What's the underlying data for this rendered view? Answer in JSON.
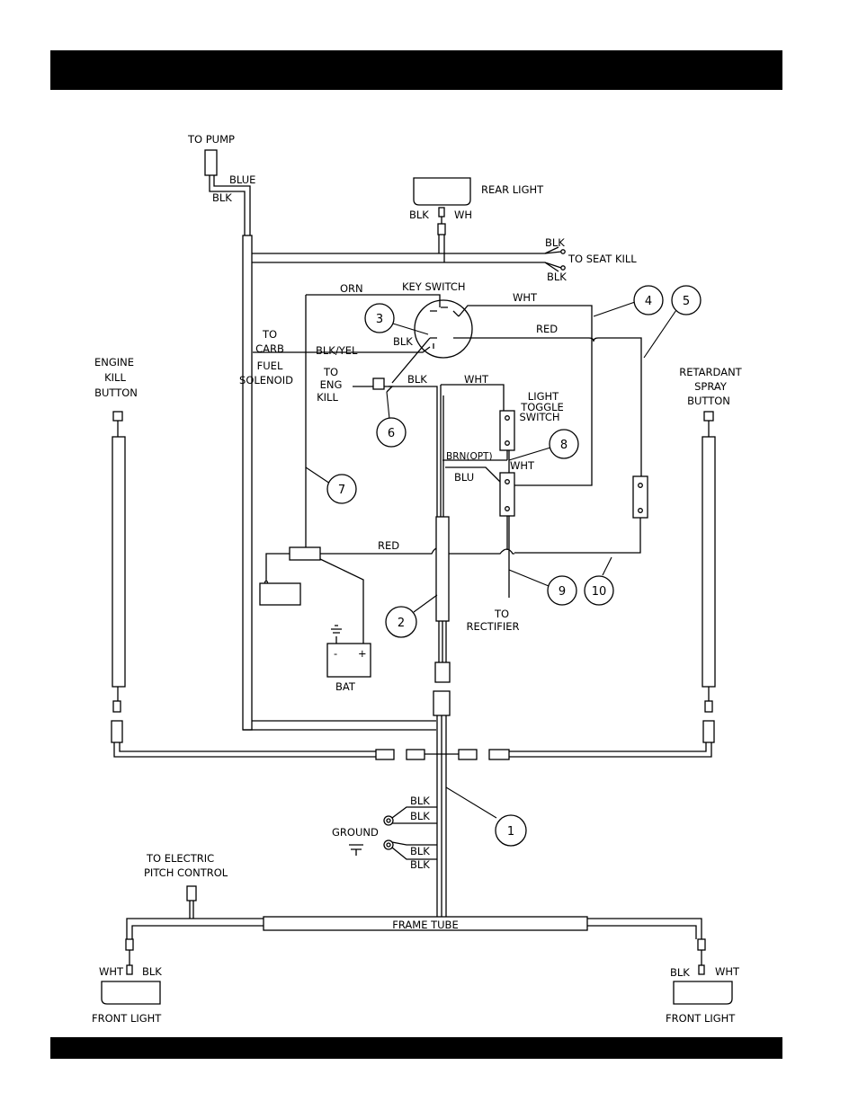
{
  "labels": {
    "to_pump": "TO PUMP",
    "blue": "BLUE",
    "blk_pump": "BLK",
    "rear_light": "REAR LIGHT",
    "rear_blk": "BLK",
    "rear_wh": "WH",
    "seat_blk_top": "BLK",
    "seat_blk_bottom": "BLK",
    "to_seat_kill": "TO SEAT KILL",
    "orn": "ORN",
    "key_switch": "KEY SWITCH",
    "wht_key": "WHT",
    "red_key": "RED",
    "blk_key": "BLK",
    "to_carb": "TO",
    "carb": "CARB",
    "fuel": "FUEL",
    "solenoid": "SOLENOID",
    "blk_yel": "BLK/YEL",
    "to_eng": "TO",
    "eng": "ENG",
    "kill": "KILL",
    "blk_eng": "BLK",
    "wht_eng": "WHT",
    "light": "LIGHT",
    "toggle": "TOGGLE",
    "switch": "SWITCH",
    "brn_opt": "BRN(OPT)",
    "blu": "BLU",
    "wht_toggle": "WHT",
    "engine": "ENGINE",
    "kill_btn": "KILL",
    "button_left": "BUTTON",
    "retardant": "RETARDANT",
    "spray": "SPRAY",
    "button_right": "BUTTON",
    "red_main": "RED",
    "bat": "BAT",
    "bat_minus": "-",
    "bat_plus": "+",
    "to_rect": "TO",
    "rectifier": "RECTIFIER",
    "ground": "GROUND",
    "blk_g1": "BLK",
    "blk_g2": "BLK",
    "blk_g3": "BLK",
    "blk_g4": "BLK",
    "to_electric": "TO ELECTRIC",
    "pitch_control": "PITCH CONTROL",
    "frame_tube": "FRAME TUBE",
    "wht_fl": "WHT",
    "blk_fl": "BLK",
    "front_light_left": "FRONT LIGHT",
    "blk_fr": "BLK",
    "wht_fr": "WHT",
    "front_light_right": "FRONT LIGHT"
  },
  "callouts": [
    "1",
    "2",
    "3",
    "4",
    "5",
    "6",
    "7",
    "8",
    "9",
    "10"
  ]
}
